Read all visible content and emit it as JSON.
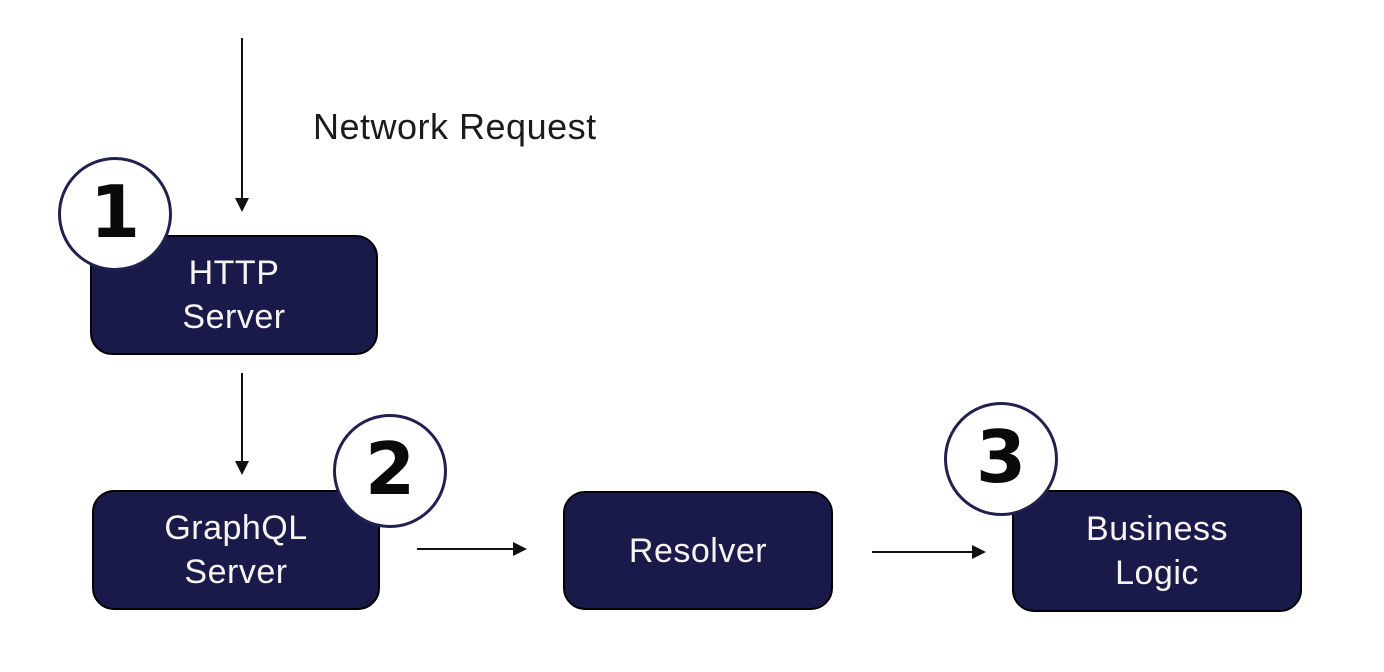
{
  "diagram": {
    "annotation": "Network Request",
    "nodes": [
      {
        "id": "http-server",
        "label": "HTTP Server",
        "lines": [
          "HTTP",
          "Server"
        ],
        "step": "1"
      },
      {
        "id": "graphql-server",
        "label": "GraphQL Server",
        "lines": [
          "GraphQL",
          "Server"
        ],
        "step": "2"
      },
      {
        "id": "resolver",
        "label": "Resolver",
        "lines": [
          "Resolver"
        ]
      },
      {
        "id": "business-logic",
        "label": "Business Logic",
        "lines": [
          "Business",
          "Logic"
        ],
        "step": "3"
      }
    ],
    "arrows": [
      {
        "id": "network-request-arrow",
        "from": "client",
        "to": "http-server",
        "direction": "down"
      },
      {
        "id": "http-to-graphql-arrow",
        "from": "http-server",
        "to": "graphql-server",
        "direction": "down"
      },
      {
        "id": "graphql-to-resolver-arrow",
        "from": "graphql-server",
        "to": "resolver",
        "direction": "right"
      },
      {
        "id": "resolver-to-business-arrow",
        "from": "resolver",
        "to": "business-logic",
        "direction": "right"
      }
    ],
    "colors": {
      "node_fill": "#1a1a4a",
      "node_border": "#000000",
      "node_text": "#f7f3ee",
      "badge_fill": "#ffffff",
      "badge_border": "#21214f",
      "badge_text": "#0a0a0a",
      "arrow": "#111111",
      "label_text": "#1b1b1b",
      "background": "#ffffff"
    }
  }
}
